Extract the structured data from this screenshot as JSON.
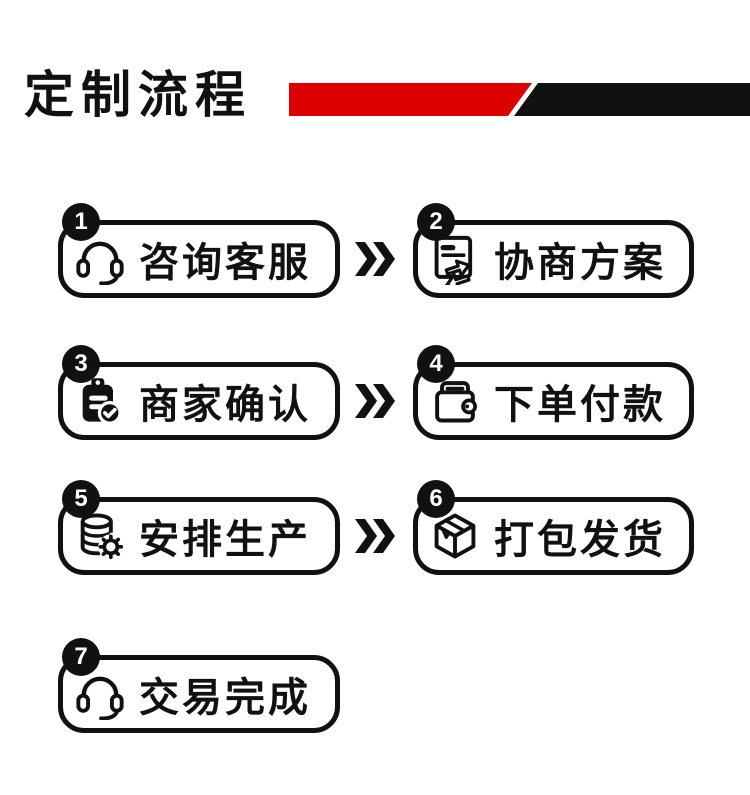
{
  "page": {
    "background_color": "#ffffff",
    "ink_color": "#111111",
    "accent_red": "#dd0000",
    "accent_black": "#111111"
  },
  "header": {
    "title": "定制流程"
  },
  "steps": [
    {
      "number": "1",
      "label": "咨询客服",
      "icon": "headset-icon"
    },
    {
      "number": "2",
      "label": "协商方案",
      "icon": "document-exchange-icon"
    },
    {
      "number": "3",
      "label": "商家确认",
      "icon": "clipboard-check-icon"
    },
    {
      "number": "4",
      "label": "下单付款",
      "icon": "wallet-icon"
    },
    {
      "number": "5",
      "label": "安排生产",
      "icon": "database-gear-icon"
    },
    {
      "number": "6",
      "label": "打包发货",
      "icon": "package-icon"
    },
    {
      "number": "7",
      "label": "交易完成",
      "icon": "headset-icon"
    }
  ],
  "connector": {
    "glyph": "double-chevron-right"
  }
}
